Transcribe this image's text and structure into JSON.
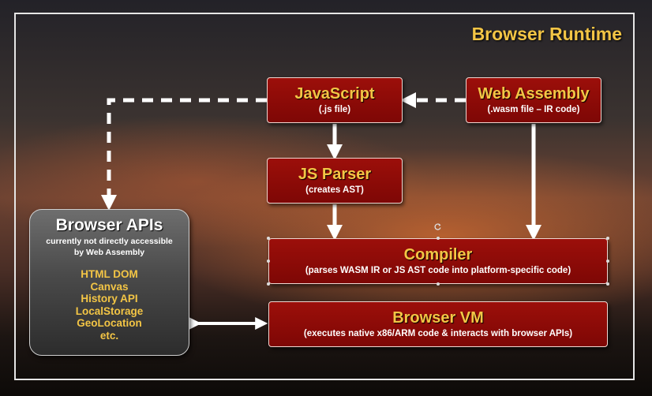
{
  "title": "Browser Runtime",
  "boxes": {
    "javascript": {
      "title": "JavaScript",
      "subtitle": "(.js file)"
    },
    "webassembly": {
      "title": "Web Assembly",
      "subtitle": "(.wasm file – IR code)"
    },
    "parser": {
      "title": "JS Parser",
      "subtitle": "(creates AST)"
    },
    "compiler": {
      "title": "Compiler",
      "subtitle": "(parses WASM IR or JS AST code into platform-specific code)"
    },
    "vm": {
      "title": "Browser VM",
      "subtitle": "(executes native x86/ARM code & interacts with browser APIs)"
    }
  },
  "browser_apis": {
    "title": "Browser APIs",
    "note_line1": "currently not directly accessible",
    "note_line2": "by Web Assembly",
    "items": [
      "HTML DOM",
      "Canvas",
      "History API",
      "LocalStorage",
      "GeoLocation",
      "etc."
    ]
  },
  "colors": {
    "box_fill": "#8b0a07",
    "title_yellow": "#f3c545",
    "arrow": "#ffffff"
  }
}
